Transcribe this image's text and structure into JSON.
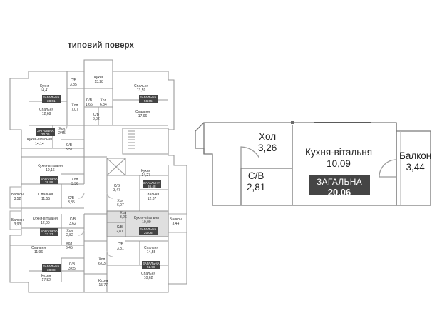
{
  "floor_title": "типовий поверх",
  "plan_rooms": [
    {
      "id": "r1",
      "label": "Кухня",
      "value": "14,41"
    },
    {
      "id": "r2",
      "label": "С/В",
      "value": "3,85"
    },
    {
      "id": "r3",
      "label": "Кухня",
      "value": "13,28"
    },
    {
      "id": "r4",
      "label": "Спальня",
      "value": "13,59"
    },
    {
      "id": "r5",
      "label": "Хол",
      "value": "7,07"
    },
    {
      "id": "r6",
      "label": "Спальня",
      "value": "12,68"
    },
    {
      "id": "r7",
      "label": "С/В",
      "value": "1,66"
    },
    {
      "id": "r8",
      "label": "Хол",
      "value": "6,34"
    },
    {
      "id": "r9",
      "label": "С/В",
      "value": "3,82"
    },
    {
      "id": "r10",
      "label": "Спальня",
      "value": "17,96"
    },
    {
      "id": "r11",
      "label": "Хол",
      "value": "2,75"
    },
    {
      "id": "r12",
      "label": "Кухня-вітальня",
      "value": "14,14"
    },
    {
      "id": "r13",
      "label": "С/В",
      "value": "3,57"
    },
    {
      "id": "r14",
      "label": "Кухня-вітальня",
      "value": "19,16"
    },
    {
      "id": "r15",
      "label": "Кухня",
      "value": "14,27"
    },
    {
      "id": "r16",
      "label": "Хол",
      "value": "3,36"
    },
    {
      "id": "r17",
      "label": "С/В",
      "value": "3,47"
    },
    {
      "id": "r18",
      "label": "Спальня",
      "value": "12,67"
    },
    {
      "id": "r19",
      "label": "Балкон",
      "value": "3,52"
    },
    {
      "id": "r20",
      "label": "Спальня",
      "value": "11,55"
    },
    {
      "id": "r21",
      "label": "С/В",
      "value": "3,85"
    },
    {
      "id": "r22",
      "label": "Хол",
      "value": "6,07"
    },
    {
      "id": "r23",
      "label": "Хол",
      "value": "3,26"
    },
    {
      "id": "r24",
      "label": "Кухня-вітальня",
      "value": "10,09"
    },
    {
      "id": "r25",
      "label": "Балкон",
      "value": "3,44"
    },
    {
      "id": "r26",
      "label": "Балкон",
      "value": "3,93"
    },
    {
      "id": "r27",
      "label": "Кухня-вітальня",
      "value": "12,00"
    },
    {
      "id": "r28",
      "label": "С/В",
      "value": "3,62"
    },
    {
      "id": "r29",
      "label": "Хол",
      "value": "2,82"
    },
    {
      "id": "r30",
      "label": "С/В",
      "value": "2,81"
    },
    {
      "id": "r31",
      "label": "С/В",
      "value": "3,81"
    },
    {
      "id": "r32",
      "label": "Спальня",
      "value": "11,96"
    },
    {
      "id": "r33",
      "label": "Хол",
      "value": "6,45"
    },
    {
      "id": "r34",
      "label": "Спальня",
      "value": "14,55"
    },
    {
      "id": "r35",
      "label": "Хол",
      "value": "6,03"
    },
    {
      "id": "r36",
      "label": "С/В",
      "value": "3,65"
    },
    {
      "id": "r37",
      "label": "Кухня",
      "value": "17,82"
    },
    {
      "id": "r38",
      "label": "Кухня",
      "value": "15,77"
    },
    {
      "id": "r39",
      "label": "Спальня",
      "value": "10,62"
    }
  ],
  "plan_totals": [
    {
      "id": "t1",
      "label": "ЗАГАЛЬНА",
      "value": "38.01"
    },
    {
      "id": "t2",
      "label": "ЗАГАЛЬНА",
      "value": "56.65"
    },
    {
      "id": "t3",
      "label": "ЗАГАЛЬНА",
      "value": "20.06"
    },
    {
      "id": "t4",
      "label": "ЗАГАЛЬНА",
      "value": "38.98"
    },
    {
      "id": "t5",
      "label": "ЗАГАЛЬНА",
      "value": "36.48"
    },
    {
      "id": "t6",
      "label": "ЗАГАЛЬНА",
      "value": "20.06"
    },
    {
      "id": "t7",
      "label": "ЗАГАЛЬНА",
      "value": "22.37"
    },
    {
      "id": "t8",
      "label": "ЗАГАЛЬНА",
      "value": "38.88"
    },
    {
      "id": "t9",
      "label": "ЗАГАЛЬНА",
      "value": "52.98"
    }
  ],
  "unit": {
    "hall": {
      "label": "Хол",
      "value": "3,26"
    },
    "bathroom": {
      "label": "С/В",
      "value": "2,81"
    },
    "kitchen": {
      "label": "Кухня-вітальня",
      "value": "10,09"
    },
    "balcony": {
      "label": "Балкон",
      "value": "3,44"
    },
    "total": {
      "label": "ЗАГАЛЬНА",
      "value": "20.06"
    }
  }
}
